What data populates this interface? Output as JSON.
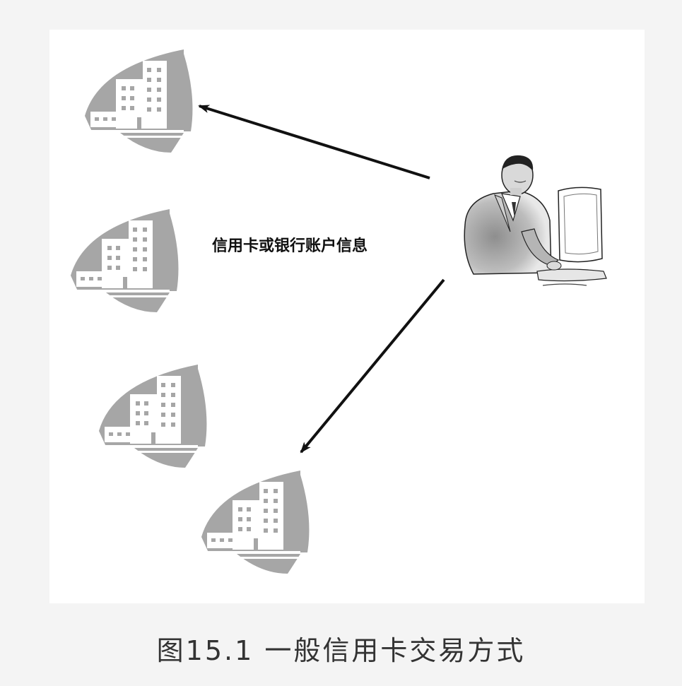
{
  "diagram": {
    "message_label": "信用卡或银行账户信息",
    "nodes": {
      "banks": [
        {
          "name": "bank-1",
          "icon": "bank-building-icon"
        },
        {
          "name": "bank-2",
          "icon": "bank-building-icon"
        },
        {
          "name": "bank-3",
          "icon": "bank-building-icon"
        },
        {
          "name": "bank-4",
          "icon": "bank-building-icon"
        }
      ],
      "user": {
        "icon": "user-at-computer-icon"
      }
    },
    "edges": [
      {
        "from": "user",
        "to": "bank-1"
      },
      {
        "from": "user",
        "to": "bank-4"
      }
    ],
    "colors": {
      "building": "#a6a6a6",
      "building_window": "#ffffff",
      "arrow": "#111111",
      "background": "#ffffff",
      "page": "#f4f4f4"
    }
  },
  "caption": "图15.1 一般信用卡交易方式"
}
